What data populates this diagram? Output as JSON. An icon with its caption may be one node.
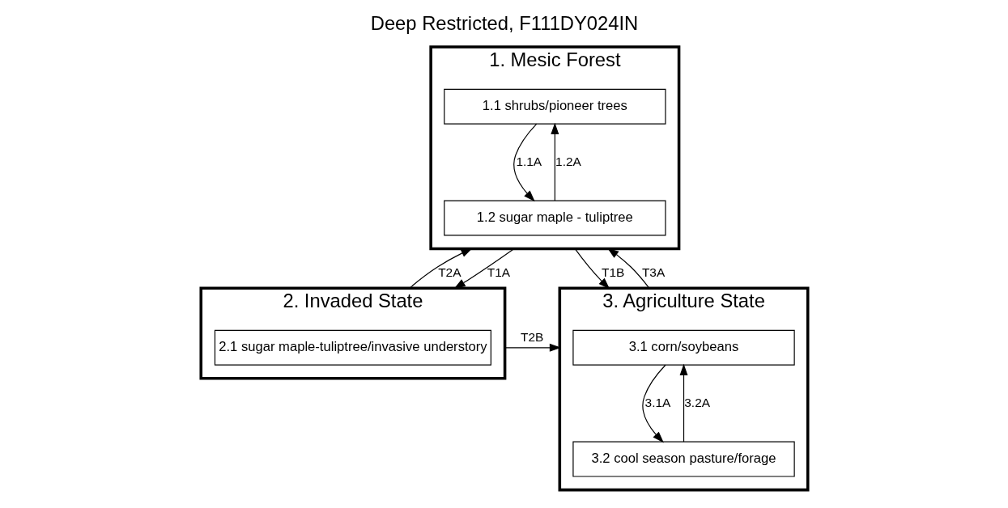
{
  "diagram": {
    "title": "Deep Restricted, F111DY024IN",
    "nodes": [
      {
        "text": [
          "1. Mesic Forest"
        ]
      },
      {
        "text": [
          "1.1 shrubs/pioneer trees"
        ],
        "in": 0
      },
      {
        "text": [
          "1.2 sugar maple - tuliptree"
        ],
        "in": 0
      },
      {
        "text": [
          "2. Invaded State"
        ]
      },
      {
        "text": [
          "2.1 sugar maple-tuliptree/invasive understory"
        ],
        "in": 3
      },
      {
        "text": [
          "3. Agriculture State"
        ]
      },
      {
        "text": [
          "3.1 corn/soybeans"
        ],
        "in": 5
      },
      {
        "text": [
          "3.2 cool season pasture/forage"
        ],
        "in": 5
      }
    ],
    "edges": [
      {
        "from": 1,
        "to": 2,
        "arrow": "to",
        "label": "1.1A"
      },
      {
        "from": 2,
        "to": 1,
        "arrow": "to",
        "label": "1.2A"
      },
      {
        "from": 3,
        "to": 0,
        "arrow": "to",
        "label": "T2A"
      },
      {
        "from": 0,
        "to": 3,
        "arrow": "to",
        "label": "T1A"
      },
      {
        "from": 0,
        "to": 5,
        "arrow": "to",
        "label": "T1B"
      },
      {
        "from": 5,
        "to": 0,
        "arrow": "to",
        "label": "T3A"
      },
      {
        "from": 3,
        "to": 5,
        "arrow": "to",
        "label": "T2B"
      },
      {
        "from": 6,
        "to": 7,
        "arrow": "to",
        "label": "3.1A"
      },
      {
        "from": 7,
        "to": 6,
        "arrow": "to",
        "label": "3.2A"
      }
    ]
  }
}
